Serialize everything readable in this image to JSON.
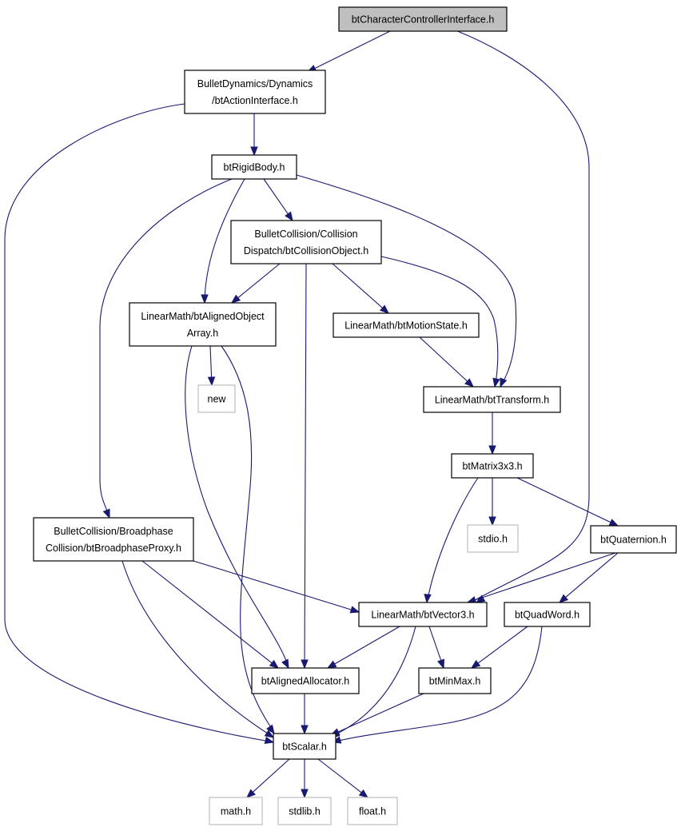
{
  "colors": {
    "edge": "#191970",
    "root_fill": "#bfbfbf",
    "node_fill": "#ffffff",
    "node_border": "#000000",
    "external_border": "#bfbfbf",
    "external_text": "#000000"
  },
  "nodes": {
    "root": {
      "lines": [
        "btCharacterControllerInterface.h"
      ],
      "kind": "root"
    },
    "action": {
      "lines": [
        "BulletDynamics/Dynamics",
        "/btActionInterface.h"
      ],
      "kind": "file"
    },
    "rigid": {
      "lines": [
        "btRigidBody.h"
      ],
      "kind": "file"
    },
    "collobj": {
      "lines": [
        "BulletCollision/Collision",
        "Dispatch/btCollisionObject.h"
      ],
      "kind": "file"
    },
    "aligned": {
      "lines": [
        "LinearMath/btAlignedObject",
        "Array.h"
      ],
      "kind": "file"
    },
    "motion": {
      "lines": [
        "LinearMath/btMotionState.h"
      ],
      "kind": "file"
    },
    "new": {
      "lines": [
        "new"
      ],
      "kind": "external"
    },
    "transform": {
      "lines": [
        "LinearMath/btTransform.h"
      ],
      "kind": "file"
    },
    "matrix": {
      "lines": [
        "btMatrix3x3.h"
      ],
      "kind": "file"
    },
    "broad": {
      "lines": [
        "BulletCollision/Broadphase",
        "Collision/btBroadphaseProxy.h"
      ],
      "kind": "file"
    },
    "stdio": {
      "lines": [
        "stdio.h"
      ],
      "kind": "external"
    },
    "quat": {
      "lines": [
        "btQuaternion.h"
      ],
      "kind": "file"
    },
    "vector3": {
      "lines": [
        "LinearMath/btVector3.h"
      ],
      "kind": "file"
    },
    "quadword": {
      "lines": [
        "btQuadWord.h"
      ],
      "kind": "file"
    },
    "alloc": {
      "lines": [
        "btAlignedAllocator.h"
      ],
      "kind": "file"
    },
    "minmax": {
      "lines": [
        "btMinMax.h"
      ],
      "kind": "file"
    },
    "scalar": {
      "lines": [
        "btScalar.h"
      ],
      "kind": "file"
    },
    "math": {
      "lines": [
        "math.h"
      ],
      "kind": "external"
    },
    "stdlib": {
      "lines": [
        "stdlib.h"
      ],
      "kind": "external"
    },
    "float": {
      "lines": [
        "float.h"
      ],
      "kind": "external"
    }
  },
  "edges": [
    [
      "root",
      "action"
    ],
    [
      "root",
      "vector3"
    ],
    [
      "action",
      "rigid"
    ],
    [
      "action",
      "scalar"
    ],
    [
      "rigid",
      "collobj"
    ],
    [
      "rigid",
      "aligned"
    ],
    [
      "rigid",
      "transform"
    ],
    [
      "rigid",
      "broad"
    ],
    [
      "collobj",
      "aligned"
    ],
    [
      "collobj",
      "alloc"
    ],
    [
      "collobj",
      "motion"
    ],
    [
      "collobj",
      "transform"
    ],
    [
      "aligned",
      "new"
    ],
    [
      "aligned",
      "alloc"
    ],
    [
      "aligned",
      "scalar"
    ],
    [
      "motion",
      "transform"
    ],
    [
      "transform",
      "matrix"
    ],
    [
      "matrix",
      "stdio"
    ],
    [
      "matrix",
      "quat"
    ],
    [
      "matrix",
      "vector3"
    ],
    [
      "broad",
      "vector3"
    ],
    [
      "broad",
      "alloc"
    ],
    [
      "broad",
      "scalar"
    ],
    [
      "quat",
      "vector3"
    ],
    [
      "quat",
      "quadword"
    ],
    [
      "vector3",
      "alloc"
    ],
    [
      "vector3",
      "minmax"
    ],
    [
      "vector3",
      "scalar"
    ],
    [
      "quadword",
      "minmax"
    ],
    [
      "quadword",
      "scalar"
    ],
    [
      "alloc",
      "scalar"
    ],
    [
      "minmax",
      "scalar"
    ],
    [
      "scalar",
      "math"
    ],
    [
      "scalar",
      "stdlib"
    ],
    [
      "scalar",
      "float"
    ]
  ]
}
